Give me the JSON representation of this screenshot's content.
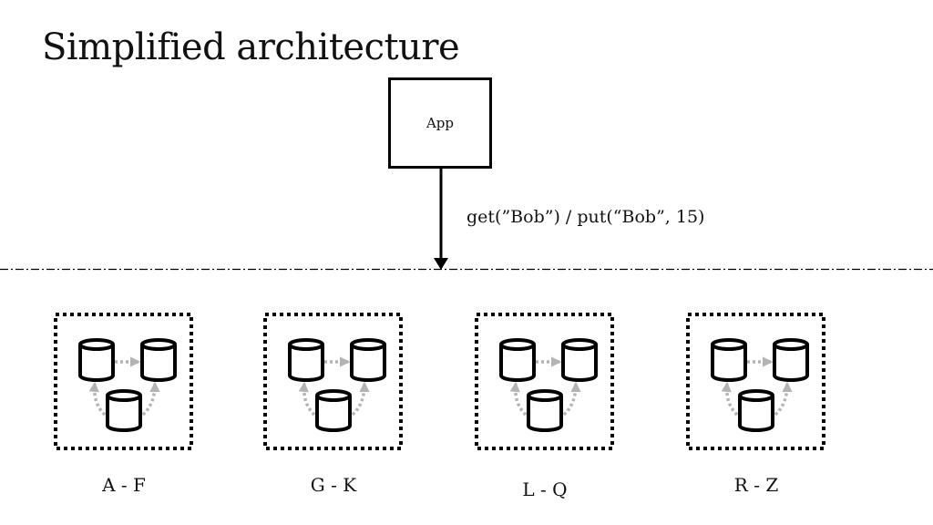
{
  "title": "Simplified architecture",
  "app": {
    "label": "App"
  },
  "request": {
    "label": "get(”Bob”) / put(“Bob”, 15)"
  },
  "shards": [
    {
      "label": "A - F"
    },
    {
      "label": "G - K"
    },
    {
      "label": "L - Q"
    },
    {
      "label": "R - Z"
    }
  ],
  "colors": {
    "stroke": "#000000",
    "replication": "#b3b3b3",
    "background": "#ffffff"
  }
}
